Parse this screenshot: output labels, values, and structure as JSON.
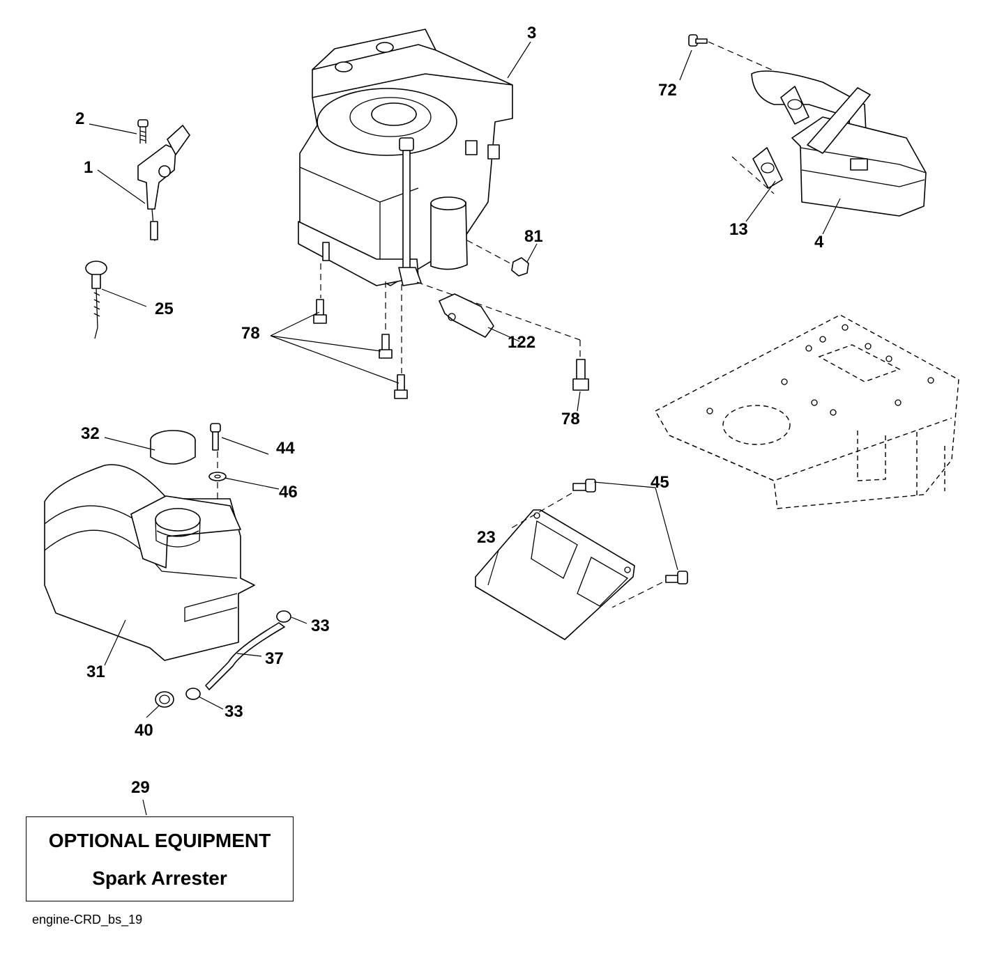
{
  "callouts": {
    "c1": "1",
    "c2": "2",
    "c3": "3",
    "c4": "4",
    "c13": "13",
    "c23": "23",
    "c25": "25",
    "c29": "29",
    "c31": "31",
    "c32": "32",
    "c33a": "33",
    "c33b": "33",
    "c37": "37",
    "c40": "40",
    "c44": "44",
    "c45": "45",
    "c46": "46",
    "c72": "72",
    "c78a": "78",
    "c78b": "78",
    "c81": "81",
    "c122": "122"
  },
  "optional": {
    "title": "OPTIONAL EQUIPMENT",
    "item": "Spark Arrester"
  },
  "drawing_code": "engine-CRD_bs_19"
}
